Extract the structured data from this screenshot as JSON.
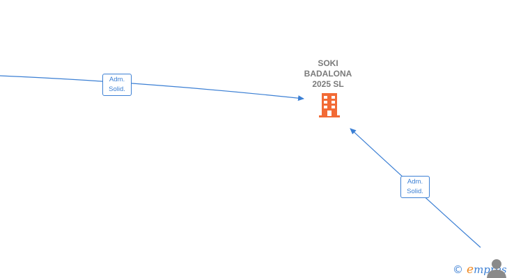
{
  "company": {
    "name_lines": [
      "SOKI",
      "BADALONA",
      "2025  SL"
    ],
    "icon": "building-icon",
    "color": "#f26a35"
  },
  "relations": [
    {
      "label_line1": "Adm.",
      "label_line2": "Solid."
    },
    {
      "label_line1": "Adm.",
      "label_line2": "Solid."
    }
  ],
  "edge_color": "#3b7fd4",
  "footer": {
    "copyright_symbol": "©",
    "brand_first_letter": "e",
    "brand_rest": "mpresia",
    "person_icon": "person-icon"
  }
}
